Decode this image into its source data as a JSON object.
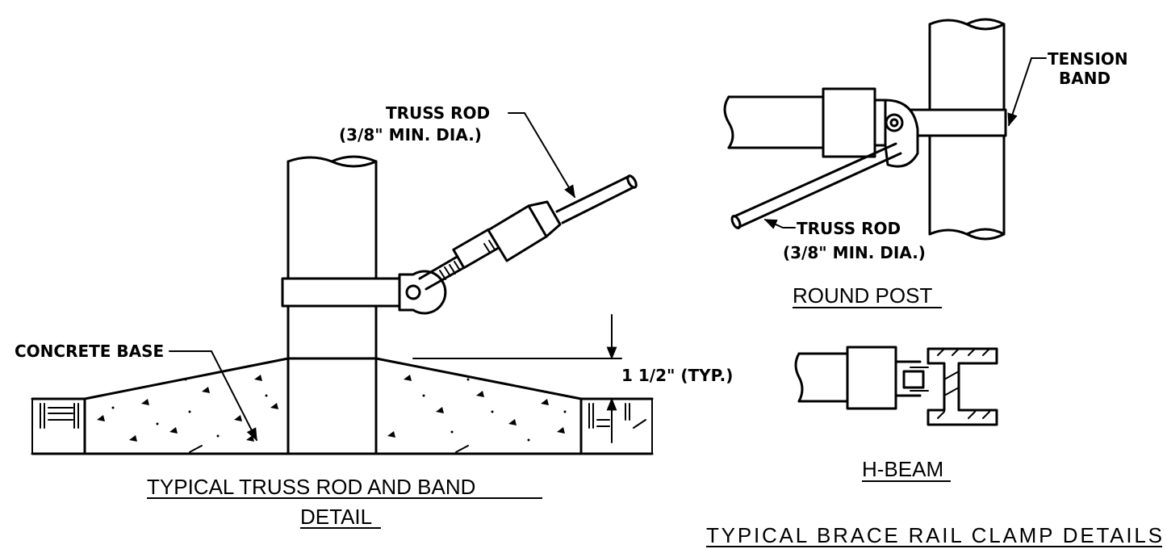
{
  "left_detail": {
    "truss_rod_label": "TRUSS ROD",
    "truss_rod_dia": "(3/8\" MIN. DIA.)",
    "concrete_label": "CONCRETE BASE",
    "dimension_label": "1 1/2\" (TYP.)",
    "title_line1": "TYPICAL TRUSS ROD AND BAND",
    "title_line2": "DETAIL"
  },
  "round_post": {
    "tension_label_1": "TENSION",
    "tension_label_2": "BAND",
    "truss_rod_label": "TRUSS ROD",
    "truss_rod_dia": "(3/8\" MIN. DIA.)",
    "title": "ROUND POST"
  },
  "h_beam": {
    "title": "H-BEAM"
  },
  "overall_title": "TYPICAL BRACE RAIL CLAMP DETAILS"
}
